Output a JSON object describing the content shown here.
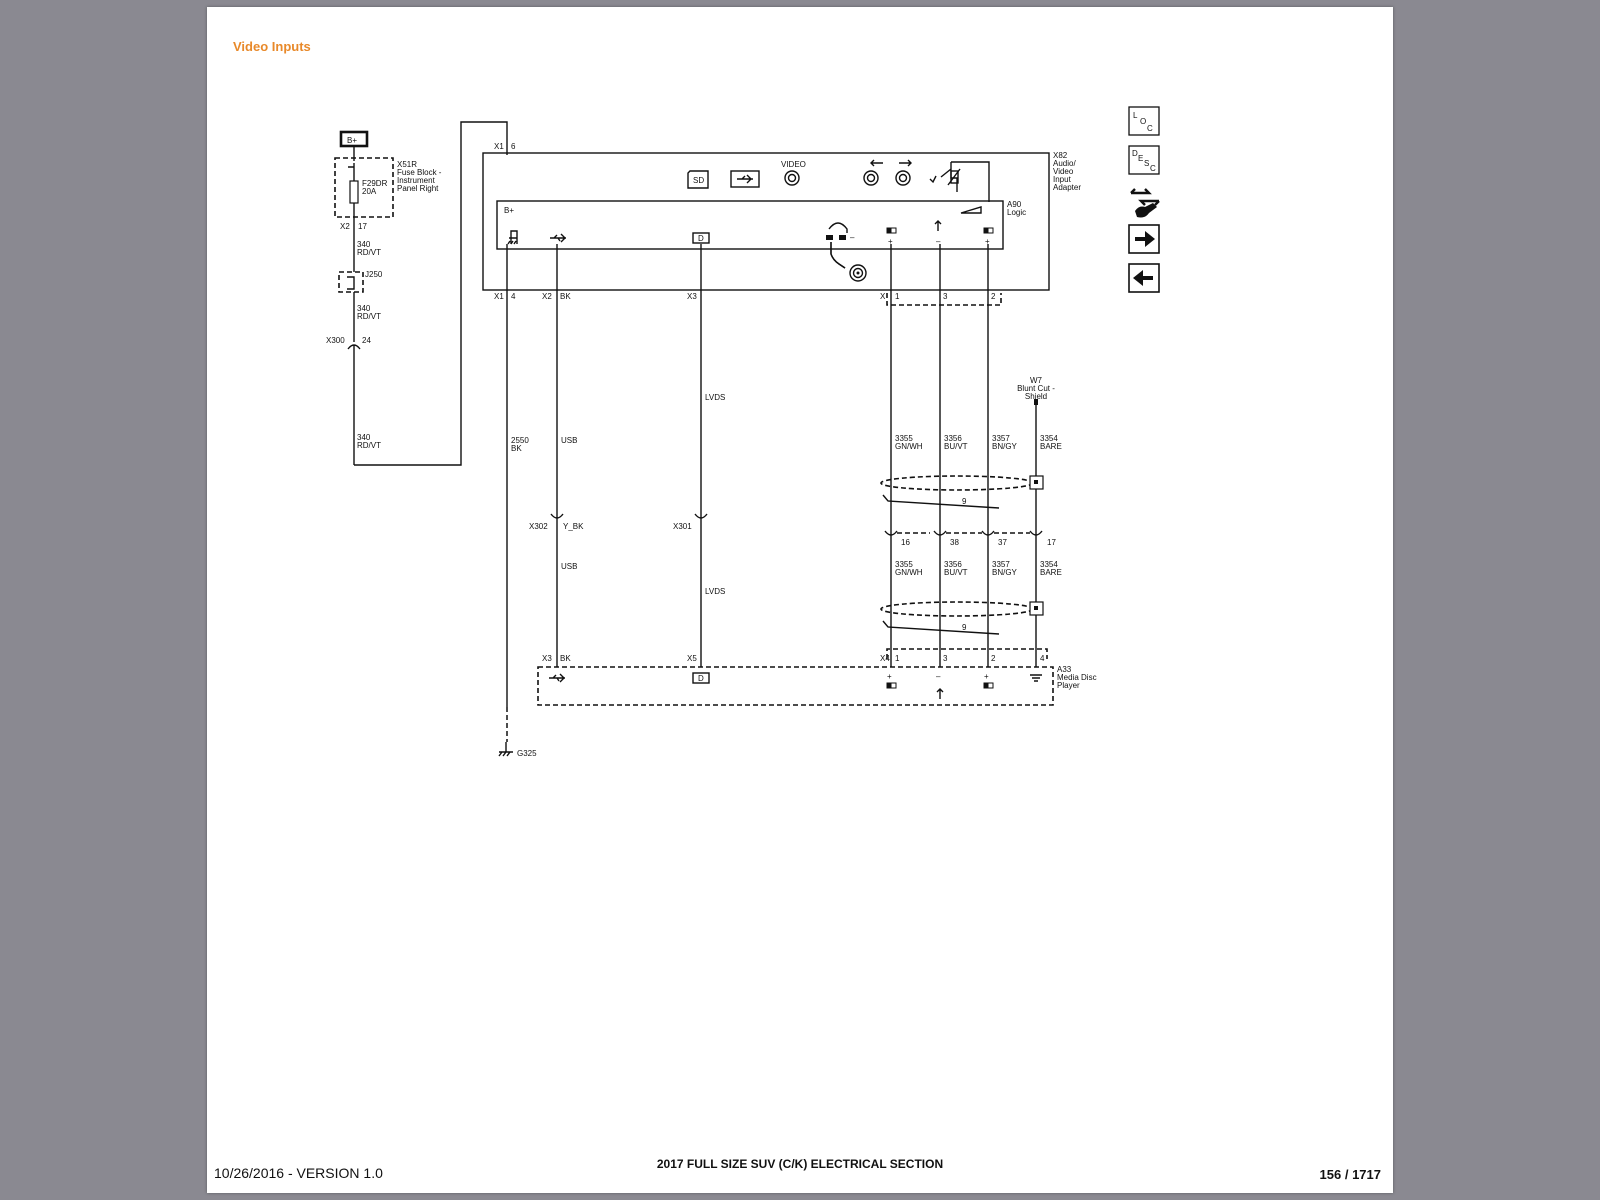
{
  "page": {
    "title": "Video Inputs",
    "footer_date": "10/26/2016 - VERSION 1.0",
    "footer_title": "2017 FULL SIZE SUV (C/K) ELECTRICAL SECTION",
    "footer_page": "156 / 1717"
  },
  "diagram": {
    "power": "B+",
    "fuse_block": [
      "X51R",
      "Fuse Block -",
      "Instrument",
      "Panel Right"
    ],
    "fuse": [
      "F29DR",
      "20A"
    ],
    "x2_17": [
      "X2",
      "17"
    ],
    "wire_340": [
      "340",
      "RD/VT"
    ],
    "splice": "J250",
    "x300": [
      "X300",
      "24"
    ],
    "x1_6": [
      "X1",
      "6"
    ],
    "av_adapter": [
      "X82",
      "Audio/",
      "Video",
      "Input",
      "Adapter"
    ],
    "logic": [
      "A90",
      "Logic"
    ],
    "bplus_inner": "B+",
    "sd_label": "SD",
    "video_label": "VIDEO",
    "d_label": "D",
    "x1_4": [
      "X1",
      "4"
    ],
    "x2_bk": [
      "X2",
      "BK"
    ],
    "x3": "X3",
    "x_right": [
      "X",
      "1",
      "3",
      "2"
    ],
    "wire_2550": [
      "2550",
      "BK"
    ],
    "usb_label": "USB",
    "lvds_label": "LVDS",
    "shield": [
      "W7",
      "Blunt Cut -",
      "Shield"
    ],
    "wires_top": [
      [
        "3355",
        "GN/WH"
      ],
      [
        "3356",
        "BU/VT"
      ],
      [
        "3357",
        "BN/GY"
      ],
      [
        "3354",
        "BARE"
      ]
    ],
    "twist_count": "9",
    "x302": [
      "X302",
      "Y_BK"
    ],
    "x301": "X301",
    "mid_pins": [
      "16",
      "38",
      "37",
      "17"
    ],
    "wires_bottom": [
      [
        "3355",
        "GN/WH"
      ],
      [
        "3356",
        "BU/VT"
      ],
      [
        "3357",
        "BN/GY"
      ],
      [
        "3354",
        "BARE"
      ]
    ],
    "x3_bk": [
      "X3",
      "BK"
    ],
    "x5": "X5",
    "x4_pins": [
      "X4",
      "1",
      "3",
      "2",
      "4"
    ],
    "media_player": [
      "A33",
      "Media Disc",
      "Player"
    ],
    "ground": "G325",
    "plus": "+",
    "minus": "–"
  },
  "nav": {
    "loc_icon": "loc-icon",
    "desc_icon": "desc-icon",
    "connector_icon": "connector-icon",
    "next_icon": "arrow-right-icon",
    "prev_icon": "arrow-left-icon"
  }
}
